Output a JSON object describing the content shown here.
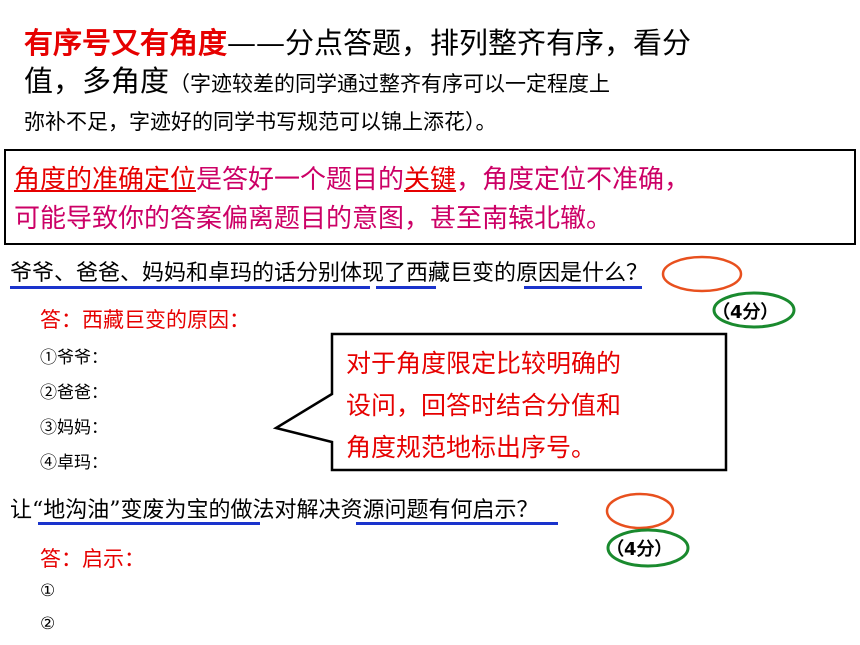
{
  "intro": {
    "heading": "有序号又有角度",
    "line1_rest": "——分点答题，排列整齐有序，看分",
    "line2_main": "值，多角度",
    "line2_note": "（字迹较差的同学通过整齐有序可以一定程度上",
    "line3": "弥补不足，字迹好的同学书写规范可以锦上添花）。"
  },
  "box": {
    "part1": "角度的准确定位",
    "part2": "是答好一个题目的",
    "part3": "关键",
    "part4": "，角度定位不准确，",
    "line2": "可能导致你的答案偏离题目的意图，甚至南辕北辙。"
  },
  "q1": {
    "text": "爷爷、爸爸、妈妈和卓玛的话分别体现了西藏巨变的原因是什么？",
    "points_open": "（",
    "points": "4分",
    "points_close": "）",
    "answer_label": "答：西藏巨变的原因：",
    "items": [
      "①爷爷：",
      "②爸爸：",
      "③妈妈：",
      "④卓玛："
    ]
  },
  "callout": {
    "line1": "对于角度限定比较明确的",
    "line2": "设问，回答时结合分值和",
    "line3": "角度规范地标出序号。"
  },
  "q2": {
    "text": "让“地沟油”变废为宝的做法对解决资源问题有何启示？",
    "points_open": "（",
    "points": "4分",
    "points_close": "）",
    "answer_label": "答：启示：",
    "items": [
      "①",
      "②"
    ]
  },
  "colors": {
    "red": "#e60000",
    "magenta": "#cc0066",
    "blue": "#1a33cc",
    "orange": "#e8501e",
    "green": "#1a8a2e"
  }
}
